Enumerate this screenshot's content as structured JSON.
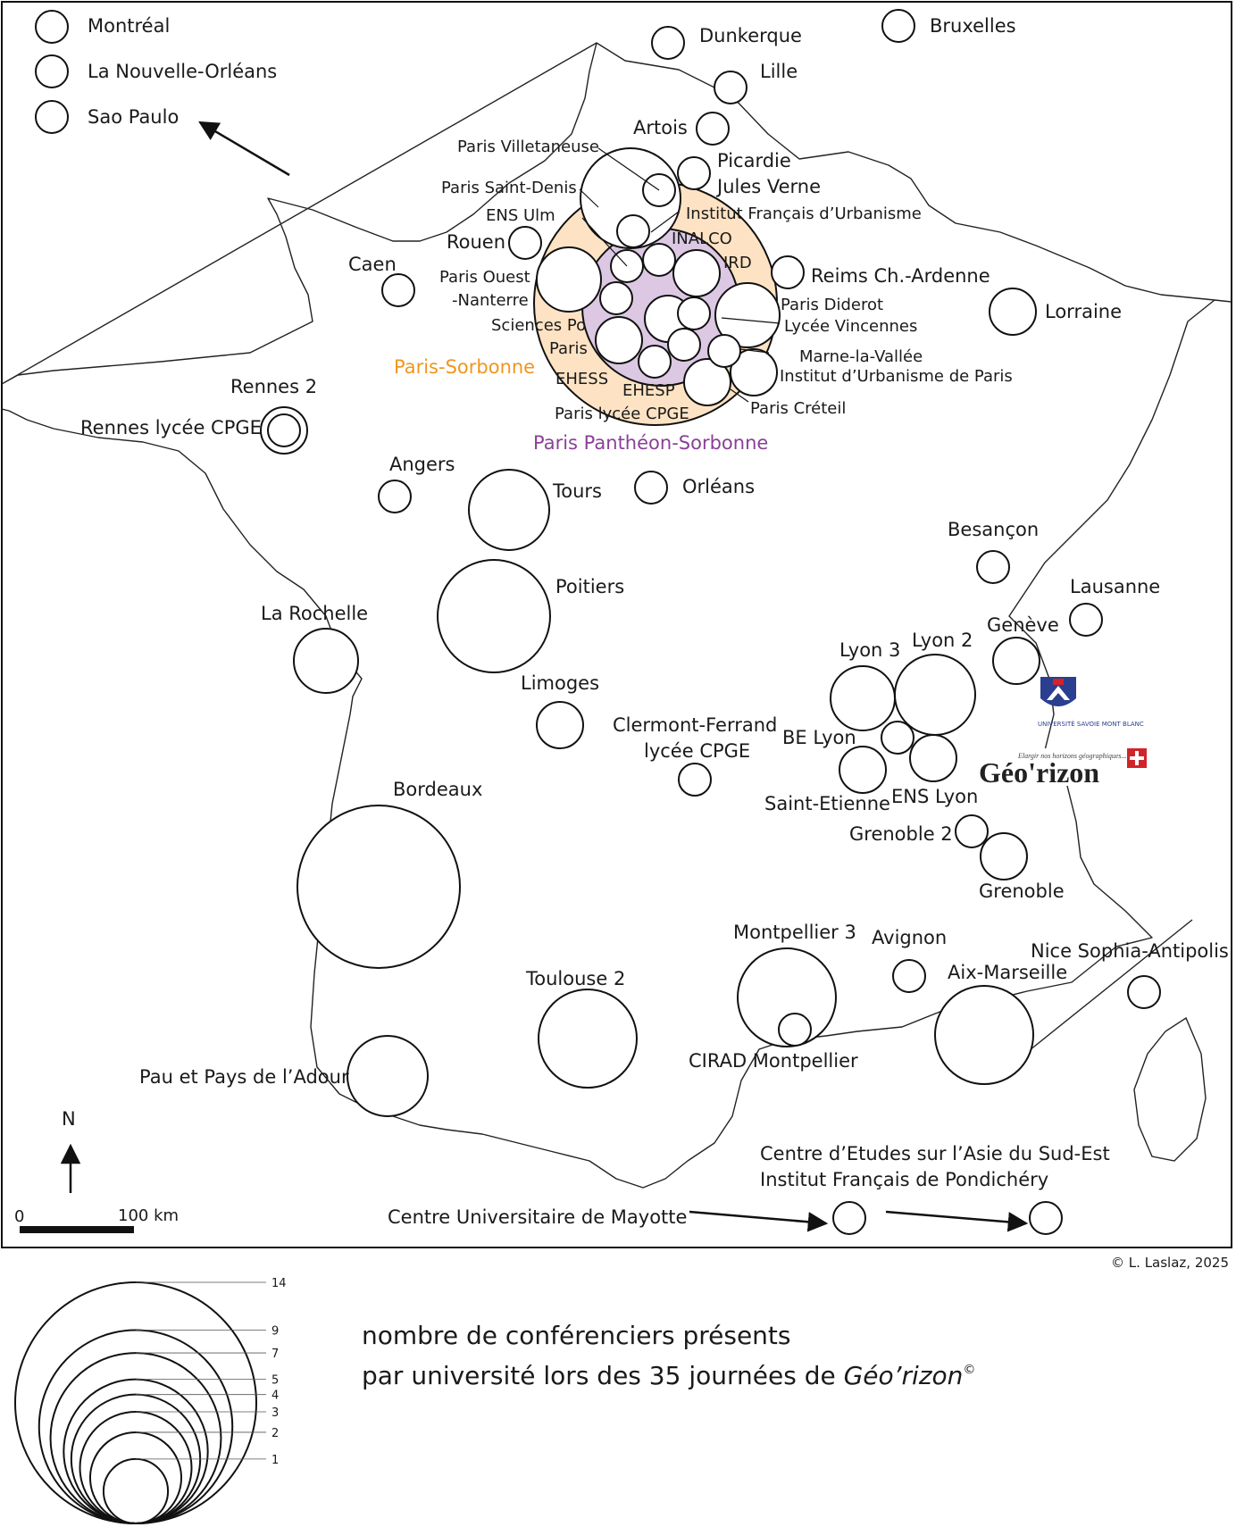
{
  "map": {
    "zones": {
      "paris_sorbonne": "Paris-Sorbonne",
      "paris_pantheon_sorbonne": "Paris Panthéon-Sorbonne"
    },
    "labels": {
      "montreal": "Montréal",
      "nouvelle_orleans": "La Nouvelle-Orléans",
      "sao_paulo": "Sao Paulo",
      "dunkerque": "Dunkerque",
      "bruxelles": "Bruxelles",
      "lille": "Lille",
      "artois": "Artois",
      "paris_villetaneuse": "Paris Villetaneuse",
      "picardie": "Picardie",
      "jules_verne": "Jules Verne",
      "paris_saint_denis": "Paris Saint-Denis",
      "ens_ulm": "ENS Ulm",
      "institut_francais_urbanisme": "Institut Français d’Urbanisme",
      "inalco": "INALCO",
      "rouen": "Rouen",
      "ird": "IRD",
      "caen": "Caen",
      "reims": "Reims Ch.-Ardenne",
      "paris_ouest": "Paris Ouest",
      "nanterre": "-Nanterre",
      "paris_diderot": "Paris Diderot",
      "lycee_vincennes": "Lycée Vincennes",
      "lorraine": "Lorraine",
      "sciences_po": "Sciences Po",
      "paris": "Paris",
      "marne_la_vallee": "Marne-la-Vallée",
      "institut_urbanisme_paris": "Institut d’Urbanisme de Paris",
      "ehess": "EHESS",
      "ehesp": "EHESP",
      "paris_creteil": "Paris Créteil",
      "paris_lycee_cpge": "Paris lycée CPGE",
      "rennes_2": "Rennes 2",
      "rennes_lycee_cpge": "Rennes lycée CPGE",
      "angers": "Angers",
      "tours": "Tours",
      "orleans": "Orléans",
      "besancon": "Besançon",
      "poitiers": "Poitiers",
      "lausanne": "Lausanne",
      "la_rochelle": "La Rochelle",
      "geneve": "Genève",
      "lyon_3": "Lyon 3",
      "lyon_2": "Lyon 2",
      "limoges": "Limoges",
      "clermont": "Clermont-Ferrand",
      "clermont_cpge": "lycée CPGE",
      "be_lyon": "BE Lyon",
      "bordeaux": "Bordeaux",
      "saint_etienne": "Saint-Etienne",
      "ens_lyon": "ENS Lyon",
      "grenoble_2": "Grenoble 2",
      "grenoble": "Grenoble",
      "montpellier_3": "Montpellier 3",
      "avignon": "Avignon",
      "nice": "Nice Sophia-Antipolis",
      "toulouse_2": "Toulouse 2",
      "aix_marseille": "Aix-Marseille",
      "cirad": "CIRAD Montpellier",
      "pau": "Pau et Pays de l’Adour",
      "centre_asie": "Centre d’Etudes sur l’Asie du Sud-Est",
      "pondichery": "Institut Français de Pondichéry",
      "mayotte": "Centre Universitaire de Mayotte"
    },
    "north_label": "N",
    "scale_zero": "0",
    "scale_label": "100 km",
    "logo": {
      "usmb": "UNIVERSITÉ SAVOIE MONT BLANC",
      "georizon": "Géo'rizon",
      "tagline": "Elargir nos horizons géographiques..."
    },
    "credit": "© L. Laslaz, 2025"
  },
  "legend": {
    "values": [
      "14",
      "9",
      "7",
      "5",
      "4",
      "3",
      "2",
      "1"
    ],
    "caption_line1": "nombre de conférenciers présents",
    "caption_line2_prefix": "par université lors des 35 journées de ",
    "caption_italic": "Géo’rizon",
    "caption_sup": "©"
  }
}
